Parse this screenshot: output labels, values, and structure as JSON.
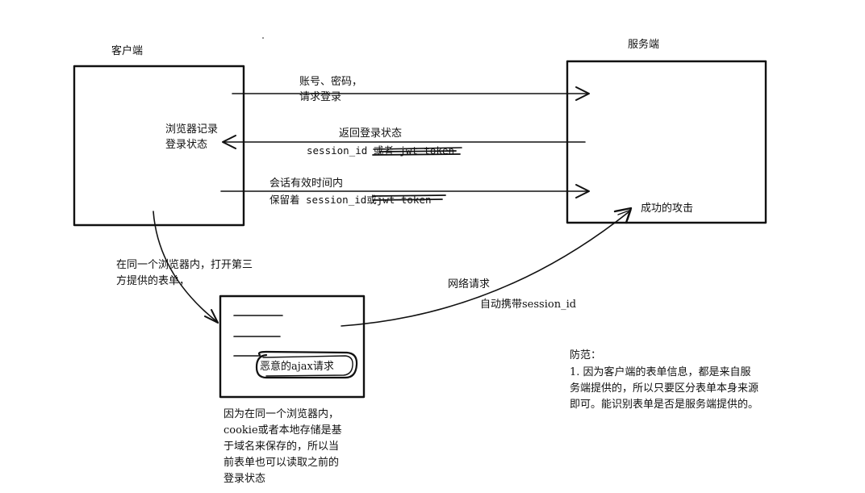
{
  "client": {
    "label": "客户端",
    "browser_record": [
      "浏览器记录",
      "登录状态"
    ]
  },
  "server": {
    "label": "服务端",
    "attack_label": "成功的攻击"
  },
  "flows": {
    "login_request": [
      "账号、密码，",
      "请求登录"
    ],
    "return_status": [
      "返回登录状态",
      "session_id 或者 jwt token"
    ],
    "keep_session": [
      "会话有效时间内",
      "保留着 session_id或jwt token"
    ]
  },
  "third_party": {
    "open_form_note": [
      "在同一个浏览器内，打开第三",
      "方提供的表单，"
    ],
    "malicious_ajax": "恶意的ajax请求",
    "storage_note": [
      "因为在同一个浏览器内，",
      "cookie或者本地存储是基",
      "于域名来保存的，所以当",
      "前表单也可以读取之前的",
      "登录状态"
    ]
  },
  "network": {
    "label": "网络请求",
    "carry": "自动携带session_id"
  },
  "defense": {
    "title": "防范：",
    "lines": [
      "1. 因为客户端的表单信息，都是来自服",
      "务端提供的，所以只要区分表单本身来源",
      "即可。能识别表单是否是服务端提供的。"
    ]
  }
}
